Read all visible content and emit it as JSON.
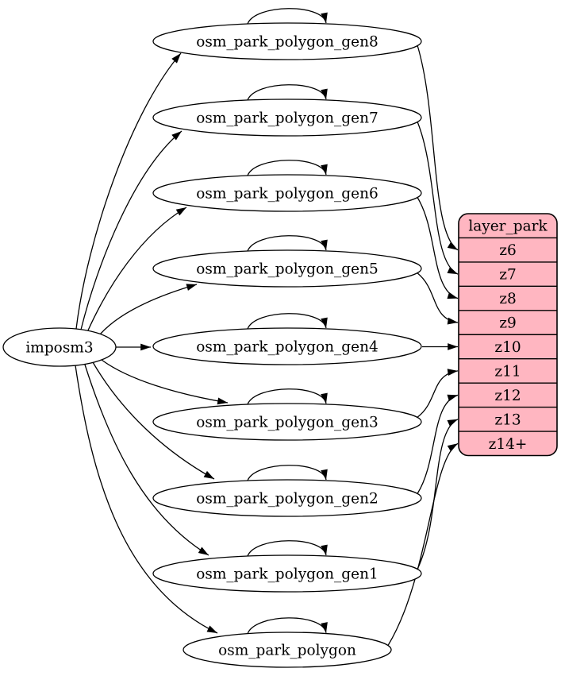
{
  "diagram_type": "graphviz-dependency-graph",
  "colors": {
    "background": "#ffffff",
    "edge": "#000000",
    "node_fill": "#ffffff",
    "node_stroke": "#000000",
    "layer_fill": "#ffb6c1",
    "layer_stroke": "#000000",
    "text": "#000000"
  },
  "source": {
    "id": "imposm3",
    "label": "imposm3"
  },
  "generalized_tables": [
    {
      "id": "osm_park_polygon_gen8",
      "label": "osm_park_polygon_gen8"
    },
    {
      "id": "osm_park_polygon_gen7",
      "label": "osm_park_polygon_gen7"
    },
    {
      "id": "osm_park_polygon_gen6",
      "label": "osm_park_polygon_gen6"
    },
    {
      "id": "osm_park_polygon_gen5",
      "label": "osm_park_polygon_gen5"
    },
    {
      "id": "osm_park_polygon_gen4",
      "label": "osm_park_polygon_gen4"
    },
    {
      "id": "osm_park_polygon_gen3",
      "label": "osm_park_polygon_gen3"
    },
    {
      "id": "osm_park_polygon_gen2",
      "label": "osm_park_polygon_gen2"
    },
    {
      "id": "osm_park_polygon_gen1",
      "label": "osm_park_polygon_gen1"
    },
    {
      "id": "osm_park_polygon",
      "label": "osm_park_polygon"
    }
  ],
  "layer": {
    "id": "layer_park",
    "title": "layer_park",
    "rows": [
      "z6",
      "z7",
      "z8",
      "z9",
      "z10",
      "z11",
      "z12",
      "z13",
      "z14+"
    ]
  },
  "edges": {
    "from_source": [
      {
        "from": "imposm3",
        "to": "osm_park_polygon_gen8"
      },
      {
        "from": "imposm3",
        "to": "osm_park_polygon_gen7"
      },
      {
        "from": "imposm3",
        "to": "osm_park_polygon_gen6"
      },
      {
        "from": "imposm3",
        "to": "osm_park_polygon_gen5"
      },
      {
        "from": "imposm3",
        "to": "osm_park_polygon_gen4"
      },
      {
        "from": "imposm3",
        "to": "osm_park_polygon_gen3"
      },
      {
        "from": "imposm3",
        "to": "osm_park_polygon_gen2"
      },
      {
        "from": "imposm3",
        "to": "osm_park_polygon_gen1"
      },
      {
        "from": "imposm3",
        "to": "osm_park_polygon"
      }
    ],
    "self_loops": [
      "osm_park_polygon_gen8",
      "osm_park_polygon_gen7",
      "osm_park_polygon_gen6",
      "osm_park_polygon_gen5",
      "osm_park_polygon_gen4",
      "osm_park_polygon_gen3",
      "osm_park_polygon_gen2",
      "osm_park_polygon_gen1",
      "osm_park_polygon"
    ],
    "to_layer": [
      {
        "from": "osm_park_polygon_gen8",
        "to": "z6"
      },
      {
        "from": "osm_park_polygon_gen7",
        "to": "z7"
      },
      {
        "from": "osm_park_polygon_gen6",
        "to": "z8"
      },
      {
        "from": "osm_park_polygon_gen5",
        "to": "z9"
      },
      {
        "from": "osm_park_polygon_gen4",
        "to": "z10"
      },
      {
        "from": "osm_park_polygon_gen3",
        "to": "z11"
      },
      {
        "from": "osm_park_polygon_gen2",
        "to": "z12"
      },
      {
        "from": "osm_park_polygon_gen1",
        "to": "z13"
      },
      {
        "from": "osm_park_polygon",
        "to": "z14+"
      }
    ]
  }
}
